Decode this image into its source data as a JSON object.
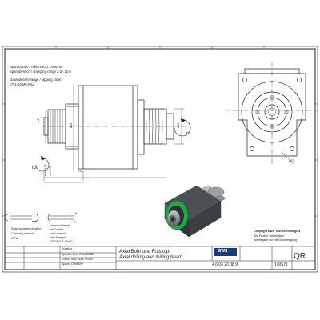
{
  "spec": {
    "collet_line": "Spannzange / collet    ER32    DIN6499",
    "range_line": "Spannbereich / clamping range  2,0 - 20,0",
    "tap_heading": "Gewindebohrzange / tapping collet",
    "tap_value": "ET-1-32  M5-M12"
  },
  "dims": {
    "d1": "ø44",
    "d2": "ø60",
    "d3": "ø40",
    "d4": "ø67",
    "len1": "max. 115",
    "len2": "min. 75",
    "len3": "74"
  },
  "arrows": {
    "n1": "n1",
    "n2": "n2"
  },
  "tools": {
    "wrench_de": "Spannzangenschlüssel",
    "wrench_en": "Clamping wrench",
    "wrench_code": "EMW",
    "pin_de": "Hakenschlüssel",
    "pin_de2": "mit Zapfen",
    "pin_en": "hook wrench",
    "pin_en2": "with fixed pin",
    "pin_code": "DIN1810 B 45x50"
  },
  "brand": {
    "copyright": "Copyright EWS Tool Technologies",
    "note1": "Alle Rechte vorbehalten",
    "note2": "Weitergabe nur mit Genehmigung",
    "logo": "EWS"
  },
  "titleblock": {
    "title_de": "Axial Bohr und Fräskopf",
    "title_en": "Axial drilling and milling head",
    "part_no": "4 6 03 20 08 9",
    "code": "100571",
    "conn": "QR",
    "rows": [
      "Kurzbez.",
      "Spindel: Bohr/Fräs ER32",
      "Drehz. max: 6000 U/min",
      "Spann: DIN6499"
    ]
  }
}
